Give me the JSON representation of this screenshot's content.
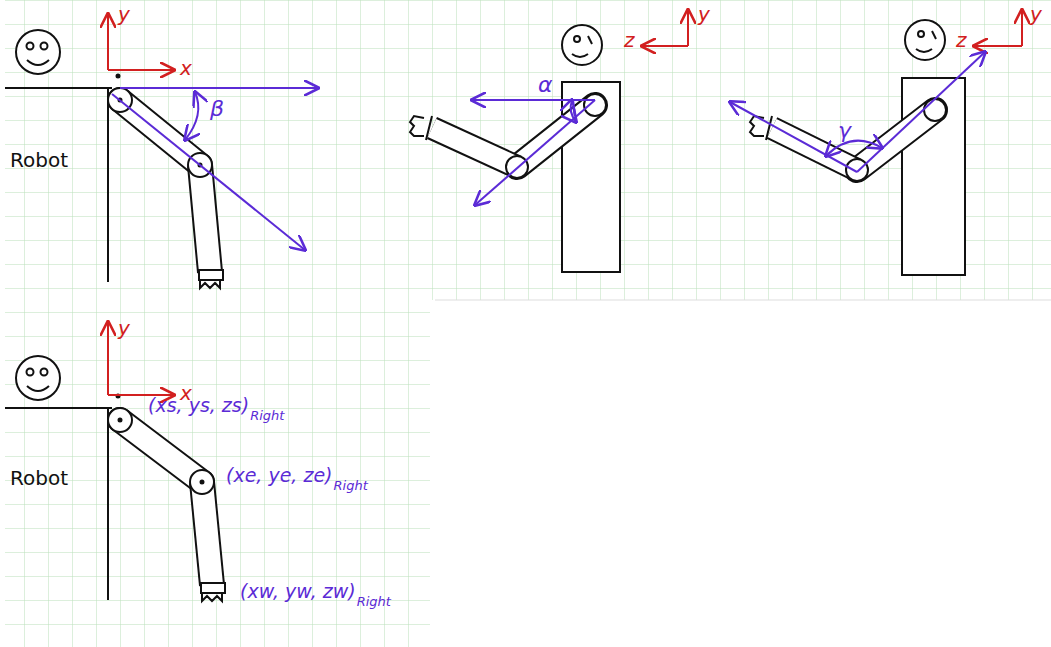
{
  "diagram": {
    "labels": [
      "y",
      "x",
      "Robot",
      "β",
      "z",
      "y",
      "α",
      "z",
      "y",
      "γ",
      "y",
      "x",
      "Robot",
      "(xs, ys, zs)",
      "Right",
      "(xe, ye, ze)",
      "Right",
      "(xw, yw, zw)",
      "Right"
    ]
  }
}
